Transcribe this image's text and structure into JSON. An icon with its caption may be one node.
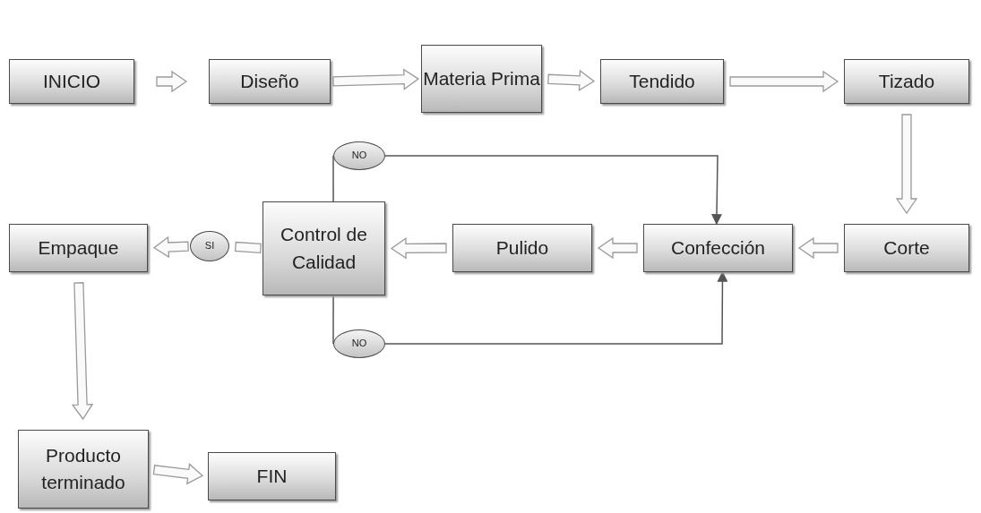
{
  "diagram": {
    "nodes": [
      {
        "text": [
          "INICIO"
        ]
      },
      {
        "text": [
          "Diseño"
        ]
      },
      {
        "text": [
          "Materia Prima"
        ]
      },
      {
        "text": [
          "Tendido"
        ]
      },
      {
        "text": [
          "Tizado"
        ]
      },
      {
        "text": [
          "Corte"
        ]
      },
      {
        "text": [
          "Confección"
        ]
      },
      {
        "text": [
          "Pulido"
        ]
      },
      {
        "text": [
          "Control de Calidad"
        ]
      },
      {
        "text": [
          "Empaque"
        ]
      },
      {
        "text": [
          "Producto terminado"
        ]
      },
      {
        "text": [
          "FIN"
        ]
      },
      {
        "text": [
          "SI"
        ]
      },
      {
        "text": [
          "NO"
        ]
      },
      {
        "text": [
          "NO"
        ]
      }
    ],
    "edges": [
      {
        "from": 0,
        "to": 1,
        "arrow": "to"
      },
      {
        "from": 1,
        "to": 2,
        "arrow": "to"
      },
      {
        "from": 2,
        "to": 3,
        "arrow": "to"
      },
      {
        "from": 3,
        "to": 4,
        "arrow": "to"
      },
      {
        "from": 4,
        "to": 5,
        "arrow": "to"
      },
      {
        "from": 5,
        "to": 6,
        "arrow": "to"
      },
      {
        "from": 6,
        "to": 7,
        "arrow": "to"
      },
      {
        "from": 7,
        "to": 8,
        "arrow": "to"
      },
      {
        "from": 8,
        "to": 12,
        "arrow": "none"
      },
      {
        "from": 12,
        "to": 9,
        "arrow": "to"
      },
      {
        "from": 8,
        "to": 13,
        "arrow": "none",
        "color": "#555555"
      },
      {
        "from": 13,
        "to": 6,
        "arrow": "to",
        "color": "#555555"
      },
      {
        "from": 8,
        "to": 14,
        "arrow": "none",
        "color": "#555555"
      },
      {
        "from": 14,
        "to": 6,
        "arrow": "to",
        "color": "#555555"
      },
      {
        "from": 9,
        "to": 10,
        "arrow": "to"
      },
      {
        "from": 10,
        "to": 11,
        "arrow": "to"
      }
    ]
  }
}
